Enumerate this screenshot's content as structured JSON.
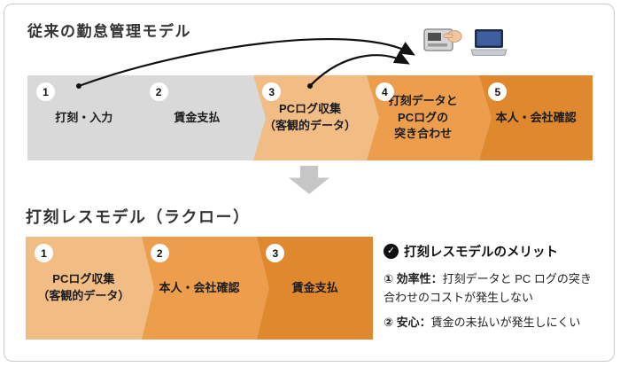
{
  "traditional": {
    "title": "従来の勤怠管理モデル",
    "steps": [
      {
        "num": "1",
        "label": "打刻・入力",
        "color": "#d9d9d9"
      },
      {
        "num": "2",
        "label": "賃金支払",
        "color": "#d9d9d9"
      },
      {
        "num": "3",
        "label": "PCログ収集\n（客観的データ）",
        "color": "#f1bd85"
      },
      {
        "num": "4",
        "label": "打刻データと\nPCログの\n突き合わせ",
        "color": "#ec9e4d"
      },
      {
        "num": "5",
        "label": "本人・会社確認",
        "color": "#e0882d"
      }
    ]
  },
  "rakuro": {
    "title": "打刻レスモデル（ラクロー）",
    "steps": [
      {
        "num": "1",
        "label": "PCログ収集\n（客観的データ）",
        "color": "#f1bd85"
      },
      {
        "num": "2",
        "label": "本人・会社確認",
        "color": "#ec9e4d"
      },
      {
        "num": "3",
        "label": "賃金支払",
        "color": "#e0882d"
      }
    ]
  },
  "merits": {
    "check_glyph": "✓",
    "heading": "打刻レスモデルのメリット",
    "items": [
      {
        "prefix": "① 効率性：",
        "text": "打刻データと PC ログの突き合わせのコストが発生しない"
      },
      {
        "prefix": "② 安心：",
        "text": "賃金の未払いが発生しにくい"
      }
    ]
  },
  "icons": {
    "time_recorder": "time-recorder-icon",
    "laptop": "laptop-icon",
    "down_arrow": "down-arrow-icon",
    "flow_arrows": "flow-arrows"
  },
  "accent_colors": {
    "gray_step": "#d9d9d9",
    "light_orange": "#f1bd85",
    "mid_orange": "#ec9e4d",
    "dark_orange": "#e0882d"
  }
}
